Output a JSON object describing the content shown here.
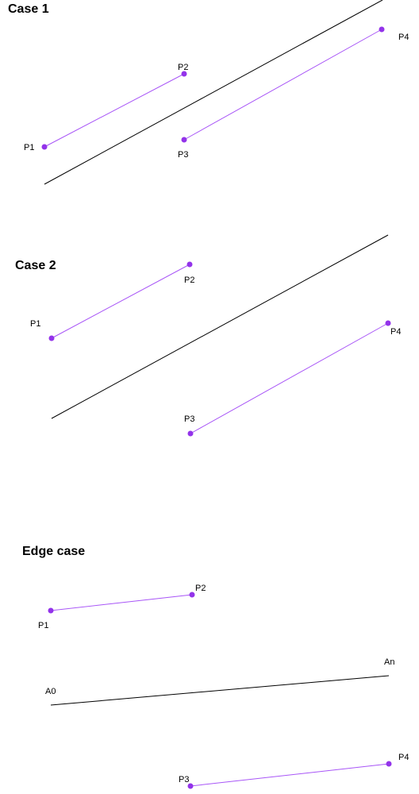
{
  "colors": {
    "segment": "#a855f7",
    "point": "#9333ea",
    "divider": "#000000",
    "background": "#ffffff"
  },
  "cases": [
    {
      "title": "Case 1",
      "points": {
        "P1": "P1",
        "P2": "P2",
        "P3": "P3",
        "P4": "P4"
      }
    },
    {
      "title": "Case 2",
      "points": {
        "P1": "P1",
        "P2": "P2",
        "P3": "P3",
        "P4": "P4"
      }
    },
    {
      "title": "Edge case",
      "points": {
        "P1": "P1",
        "P2": "P2",
        "P3": "P3",
        "P4": "P4"
      },
      "line_ends": {
        "start": "A0",
        "end": "An"
      }
    }
  ]
}
